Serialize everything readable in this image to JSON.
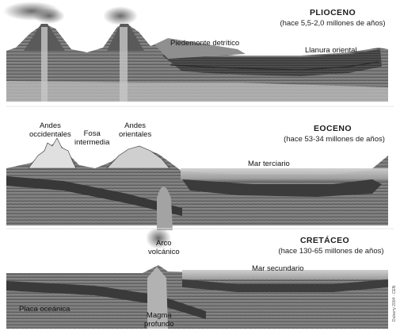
{
  "panels": {
    "pliocene": {
      "title": "PLIOCENO",
      "age": "(hace 5,5-2,0 millones de años)",
      "labels": {
        "piedmont": "Piedemonte detrítico",
        "eastern_plain": "Llanura oriental"
      }
    },
    "eocene": {
      "title": "EOCENO",
      "age": "(hace 53-34 millones de años)",
      "labels": {
        "western_andes": [
          "Andes",
          "occidentales"
        ],
        "trench": [
          "Fosa",
          "intermedia"
        ],
        "eastern_andes": [
          "Andes",
          "orientales"
        ],
        "tertiary_sea": "Mar terciario"
      }
    },
    "cretaceous": {
      "title": "CRETÁCEO",
      "age": "(hace 130-65 millones de años)",
      "labels": {
        "volcanic_arc": [
          "Arco",
          "volcánico"
        ],
        "secondary_sea": "Mar secundario",
        "oceanic_plate": "Placa oceánica",
        "deep_magma": [
          "Magma",
          "profundo"
        ]
      }
    }
  },
  "credit": "Dubarry 2004 · CEN",
  "colors": {
    "terrain_dark": "#3a3a3a",
    "terrain_mid": "#6e6e6e",
    "terrain_light": "#a9a9a9",
    "sea": "#b8b8b8",
    "magma": "#9a9a9a"
  }
}
